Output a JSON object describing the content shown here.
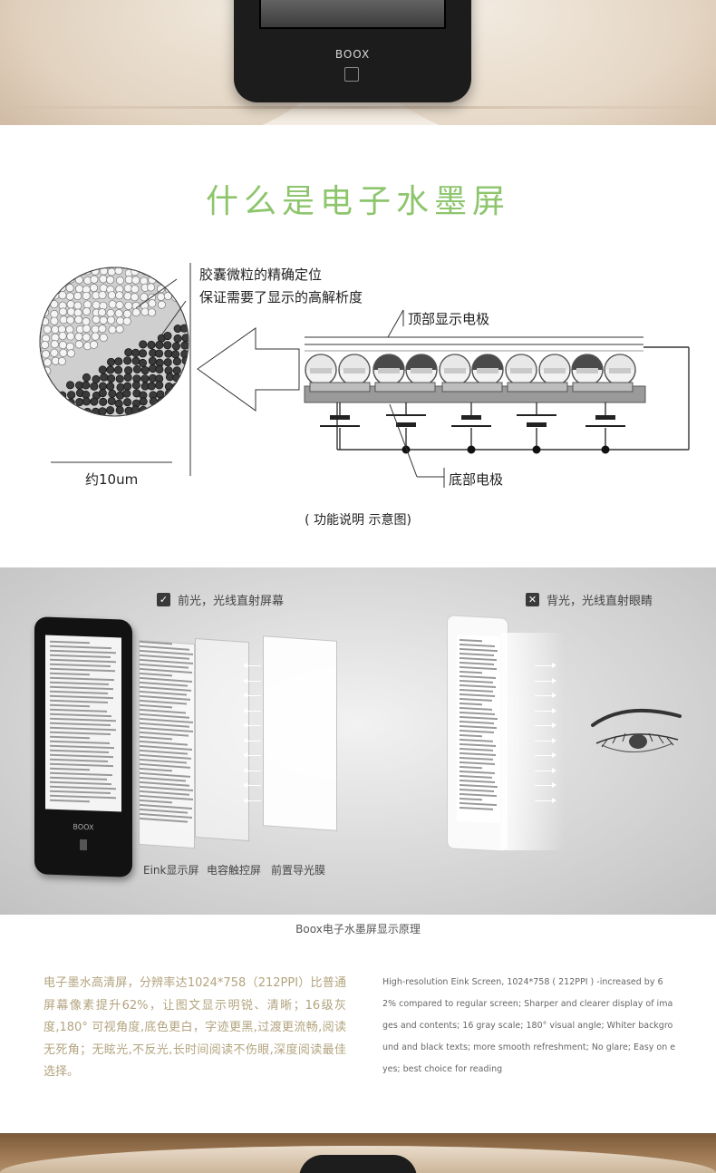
{
  "banner_top": {
    "brand": "BOOX"
  },
  "section": {
    "title": "什么是电子水墨屏"
  },
  "diagram": {
    "capsule_label_line1": "胶囊微粒的精确定位",
    "capsule_label_line2": "保证需要了显示的高解析度",
    "top_electrode": "顶部显示电极",
    "bottom_electrode": "底部电极",
    "scale": "约10um",
    "caption": "( 功能说明 示意图)"
  },
  "light_compare": {
    "front_light": "前光，光线直射屏幕",
    "back_light": "背光，光线直射眼睛",
    "layers": [
      "Eink显示屏",
      "电容触控屏",
      "前置导光膜"
    ],
    "device_brand": "BOOX",
    "caption": "Boox电子水墨屏显示原理"
  },
  "description": {
    "cn": "电子墨水高清屏，分辨率达1024*758（212PPI）比普通屏幕像素提升62%，让图文显示明锐、清晰；16级灰度,180° 可视角度,底色更白，字迹更黑,过渡更流畅,阅读无死角；无眩光,不反光,长时间阅读不伤眼,深度阅读最佳选择。",
    "en": "High-resolution Eink Screen, 1024*758 ( 212PPI ) -increased by 62% compared to regular screen; Sharper and clearer display of images and contents; 16 gray scale; 180°  visual angle; Whiter background and black texts; more smooth refreshment; No glare; Easy on eyes; best choice for reading"
  },
  "colors": {
    "title_green": "#8dc56c",
    "cn_text": "#b3a47f",
    "band_grey": "#d6d6d6"
  }
}
